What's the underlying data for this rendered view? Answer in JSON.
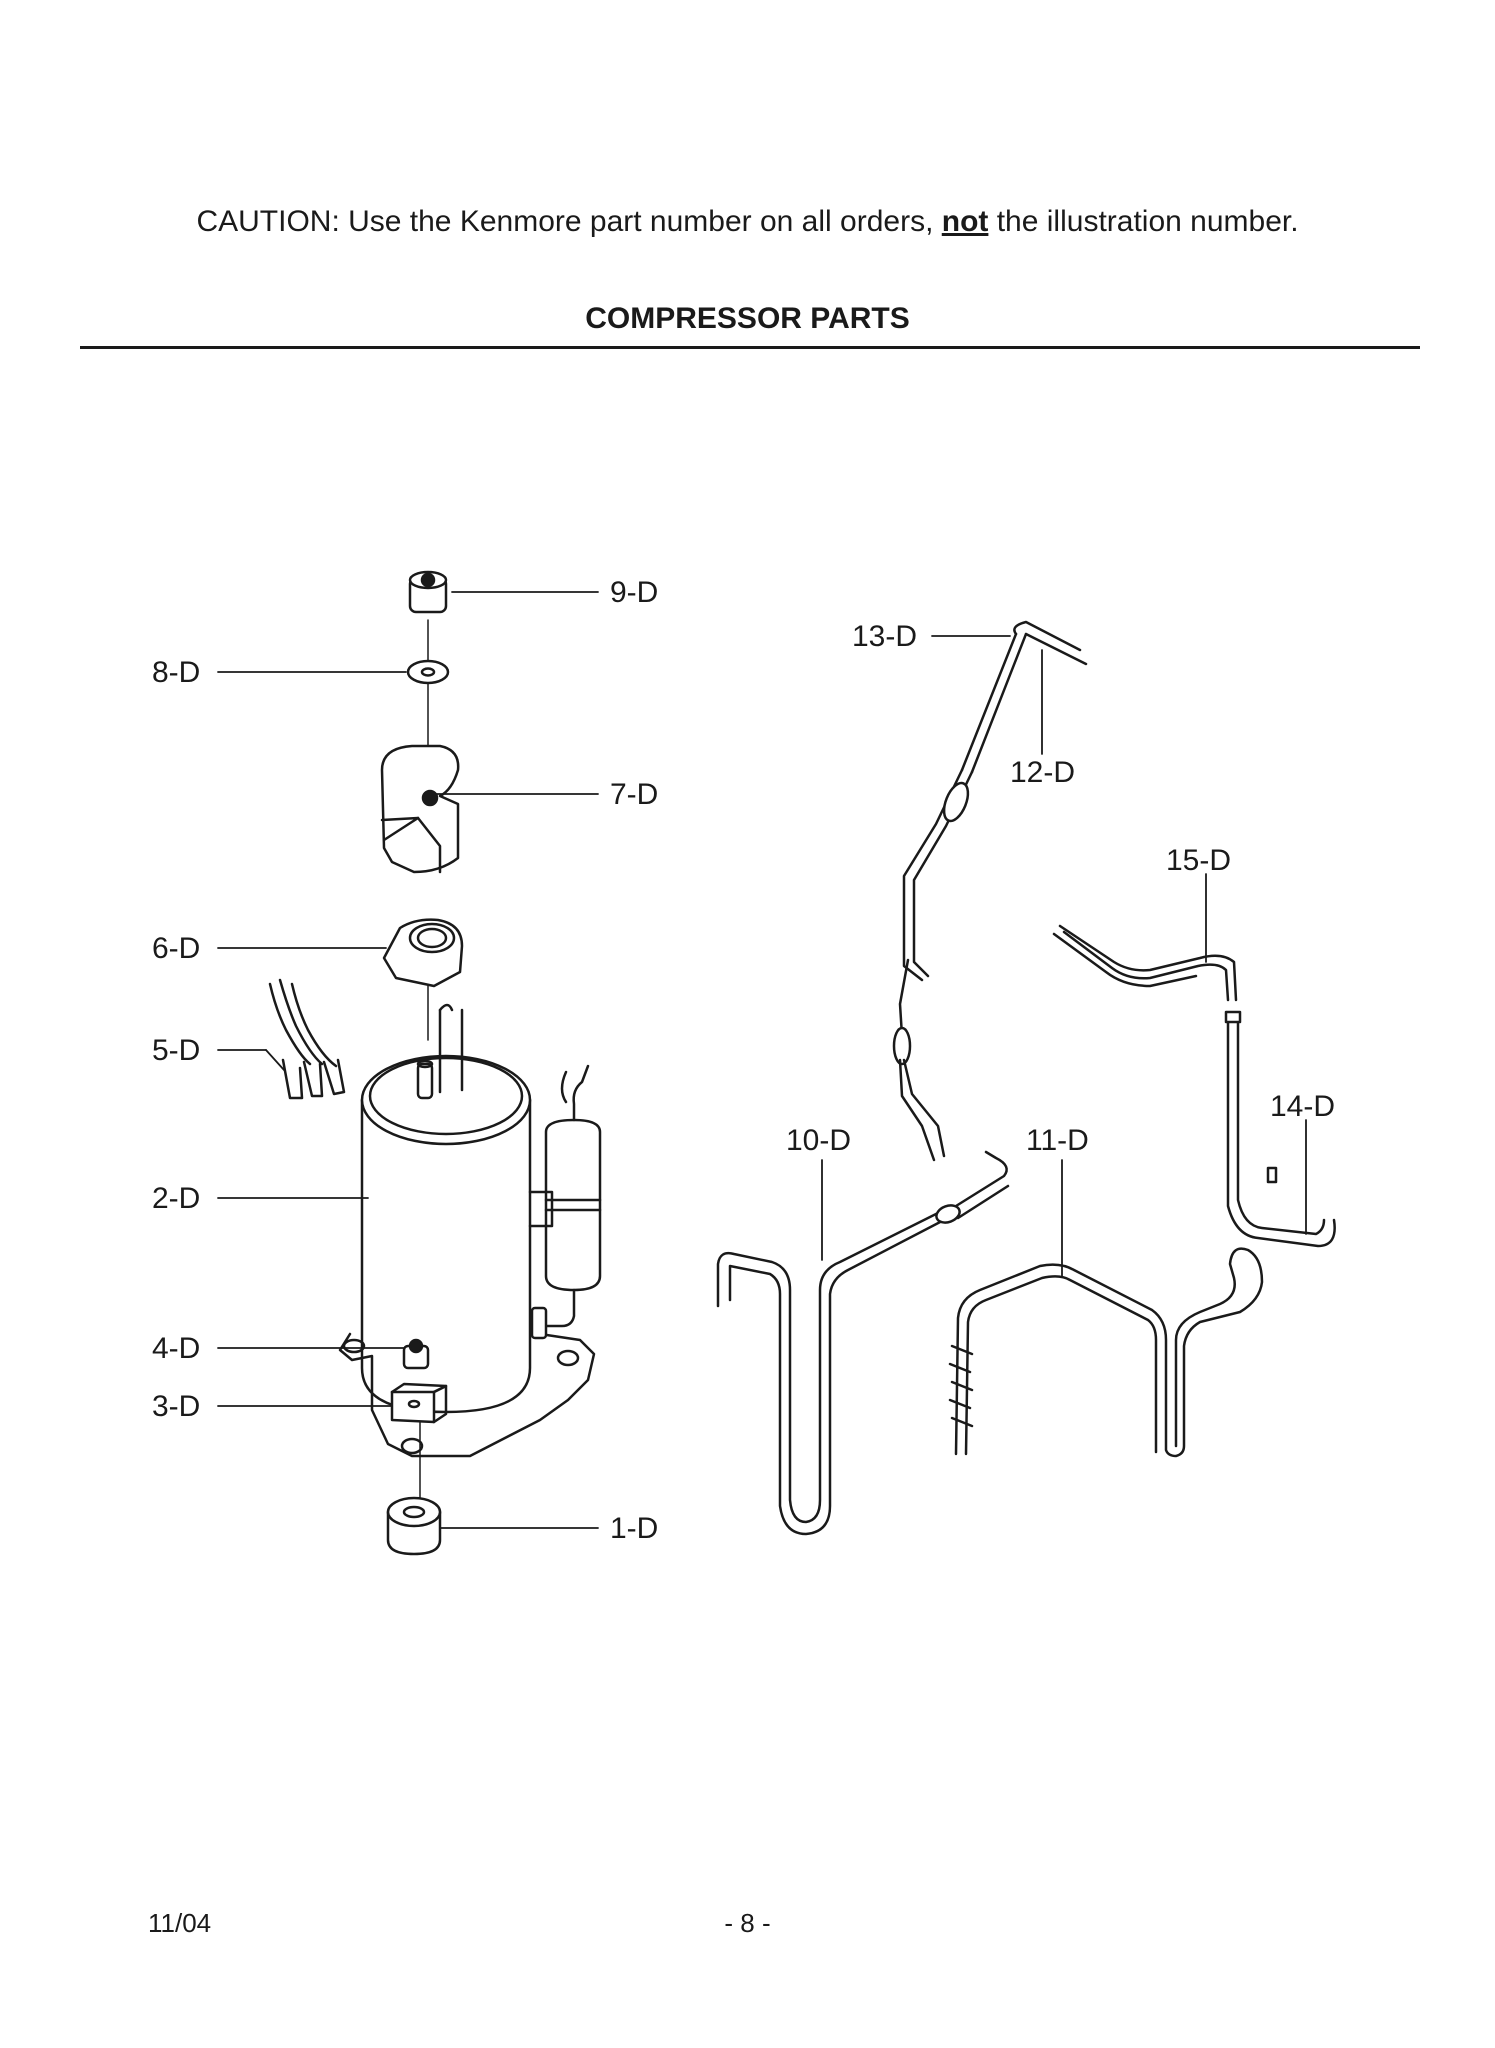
{
  "header": {
    "caution_prefix": "CAUTION: Use the Kenmore part number on all orders, ",
    "caution_emphasis": "not",
    "caution_suffix": " the illustration number.",
    "section_title": "COMPRESSOR PARTS"
  },
  "parts": {
    "p1": "1-D",
    "p2": "2-D",
    "p3": "3-D",
    "p4": "4-D",
    "p5": "5-D",
    "p6": "6-D",
    "p7": "7-D",
    "p8": "8-D",
    "p9": "9-D",
    "p10": "10-D",
    "p11": "11-D",
    "p12": "12-D",
    "p13": "13-D",
    "p14": "14-D",
    "p15": "15-D"
  },
  "footer": {
    "date": "11/04",
    "page": "- 8 -"
  }
}
